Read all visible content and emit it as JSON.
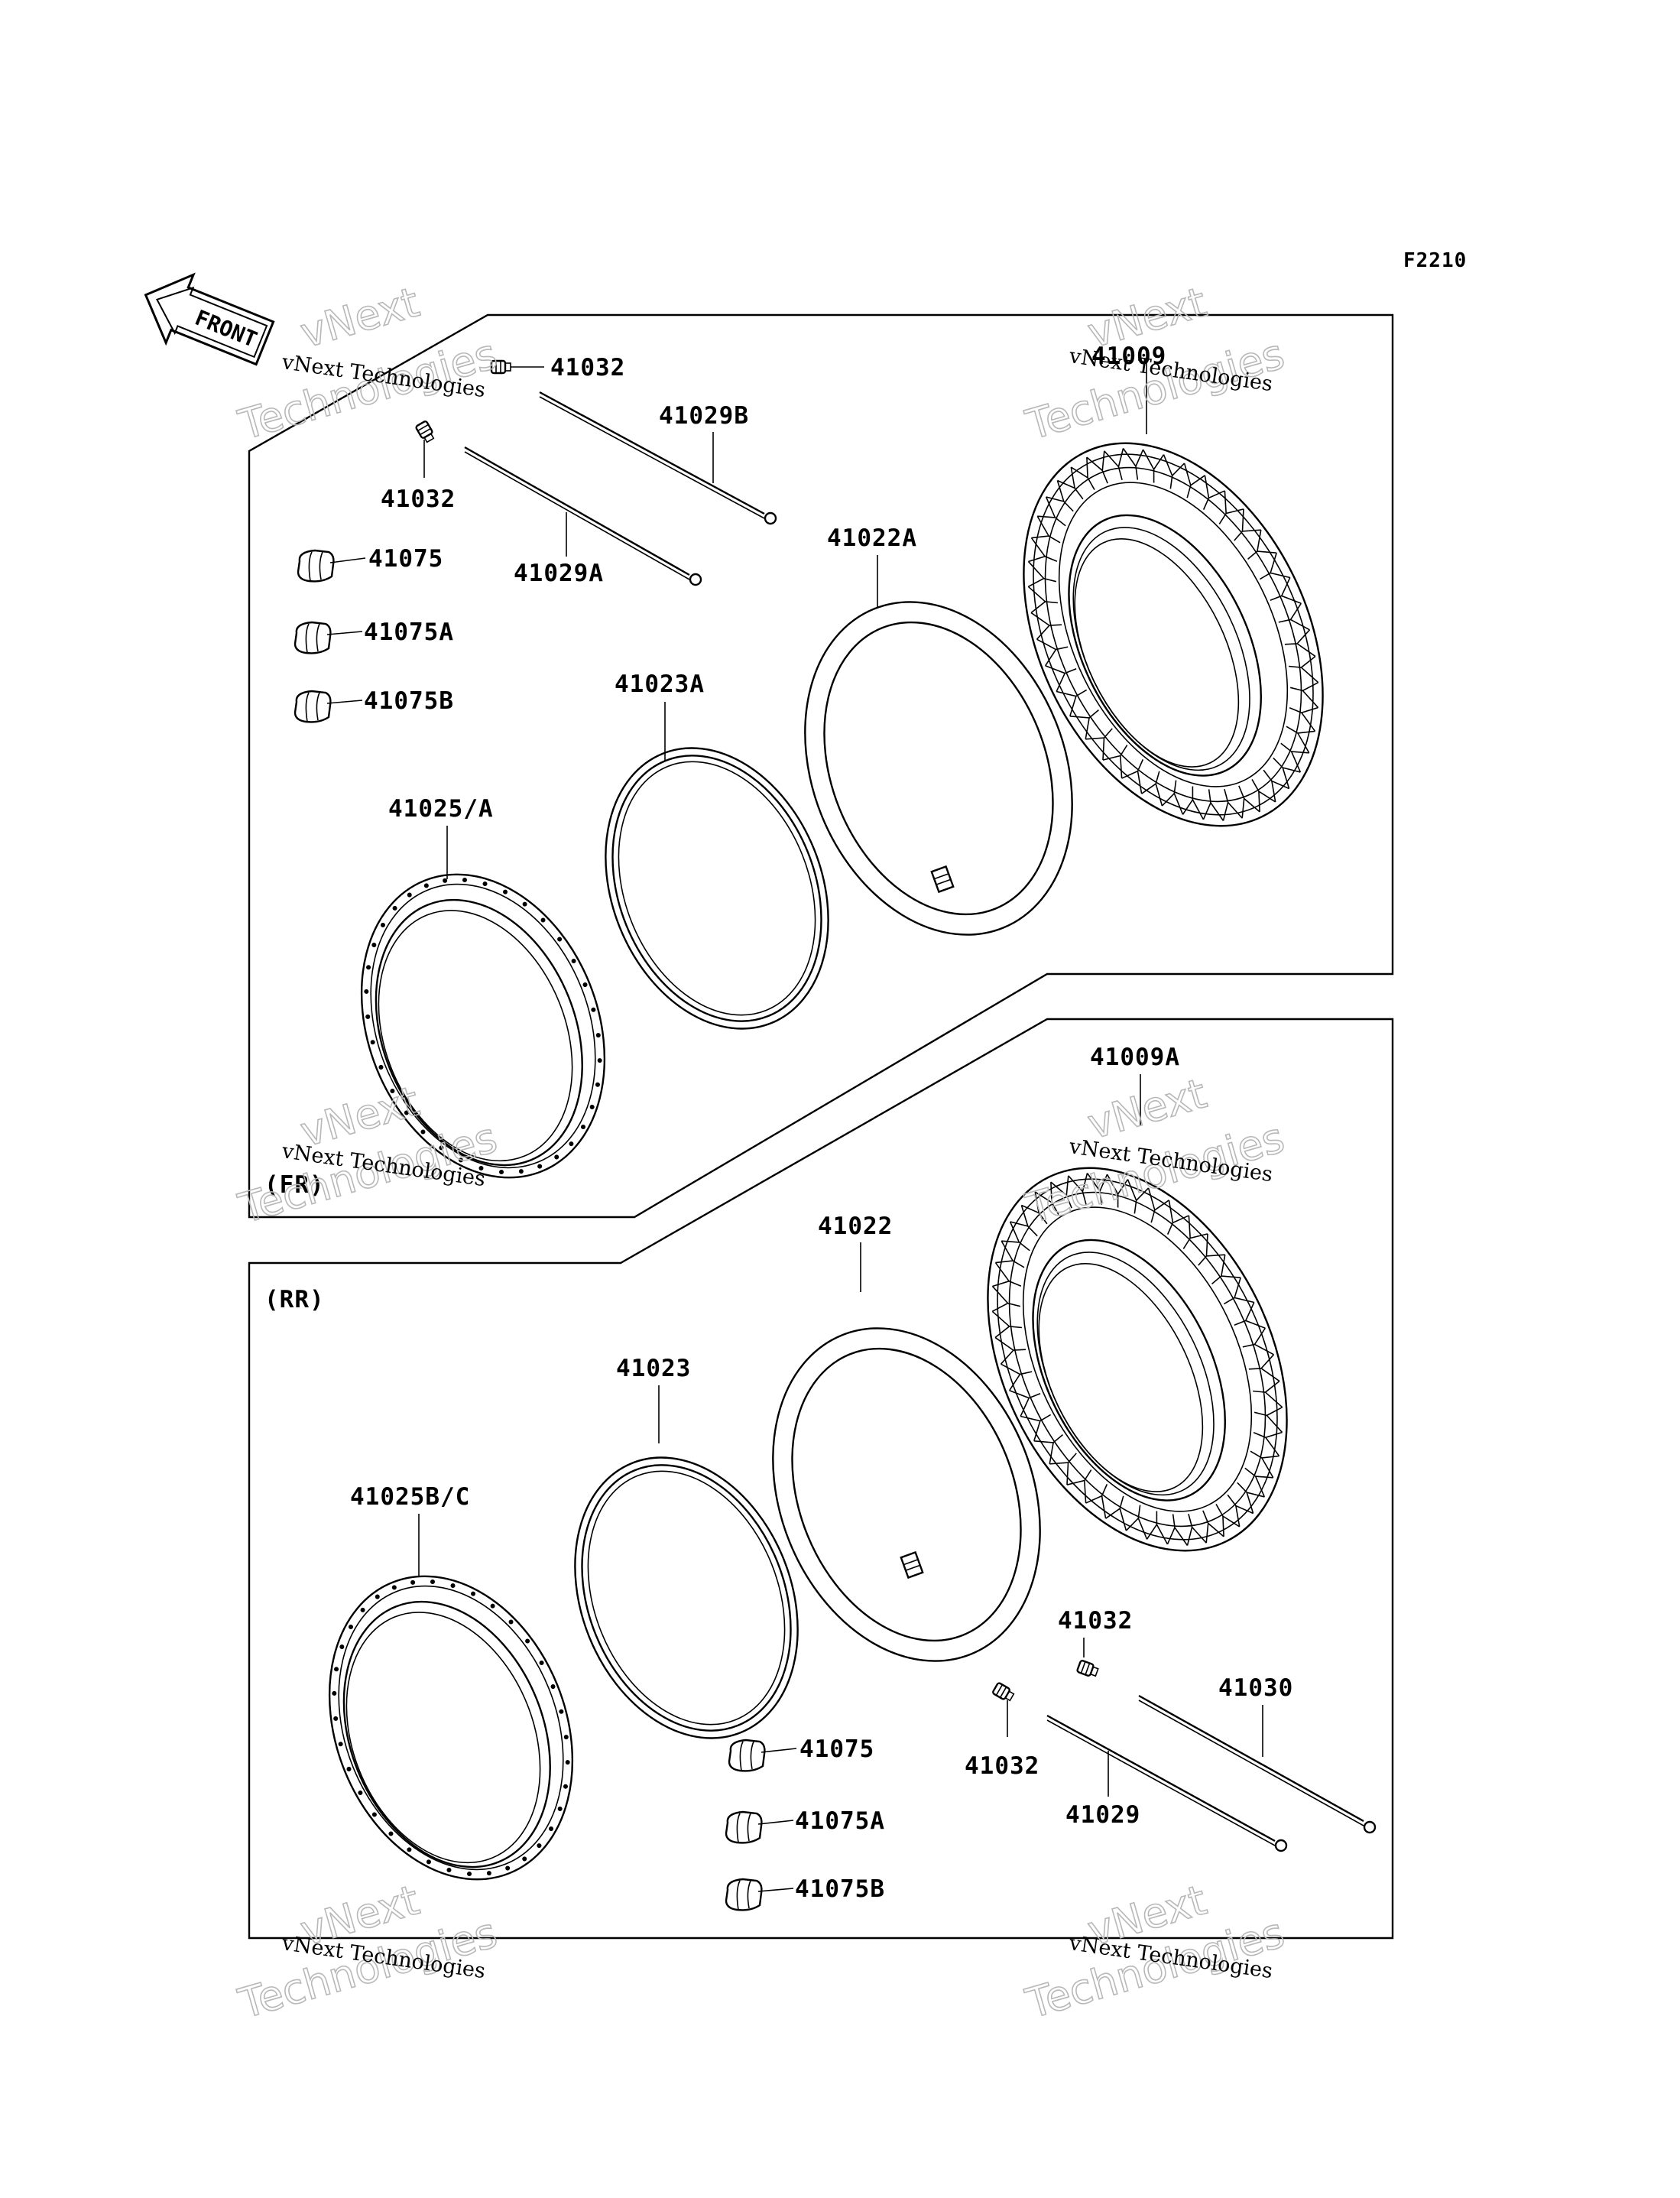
{
  "figure_code": "F2210",
  "front_arrow": "FRONT",
  "sections": {
    "front": "(FR)",
    "rear": "(RR)"
  },
  "watermark": {
    "line1": "vNext",
    "line2": "Technologies",
    "caption": "vNext Technologies"
  },
  "parts": {
    "fr_41032_a": "41032",
    "fr_41032_b": "41032",
    "fr_41029b": "41029B",
    "fr_41029a": "41029A",
    "fr_41009": "41009",
    "fr_41075": "41075",
    "fr_41075a": "41075A",
    "fr_41075b": "41075B",
    "fr_41022a": "41022A",
    "fr_41023a": "41023A",
    "fr_41025a": "41025/A",
    "rr_41009a": "41009A",
    "rr_41022": "41022",
    "rr_41023": "41023",
    "rr_41025bc": "41025B/C",
    "rr_41032_a": "41032",
    "rr_41032_b": "41032",
    "rr_41030": "41030",
    "rr_41029": "41029",
    "rr_41075": "41075",
    "rr_41075a": "41075A",
    "rr_41075b": "41075B"
  }
}
